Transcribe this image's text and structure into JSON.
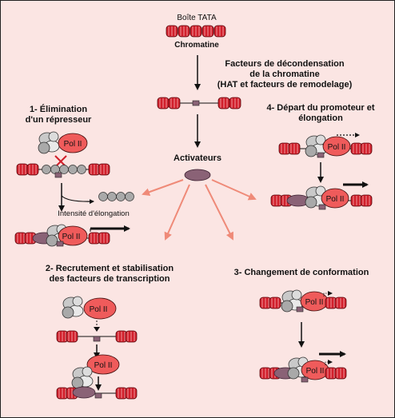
{
  "top": {
    "tata_label": "Boîte TATA",
    "chromatine_label": "Chromatine",
    "decondensation_lines": [
      "Facteurs de décondensation",
      "de la chromatine",
      "(HAT et facteurs de remodelage)"
    ]
  },
  "activateurs_label": "Activateurs",
  "pol_label": "Pol II",
  "panel1": {
    "title_lines": [
      "1- Élimination",
      "d'un répresseur"
    ],
    "elongation_label": "Intensité d'élongation"
  },
  "panel2": {
    "title_lines": [
      "2- Recrutement et stabilisation",
      "des facteurs de transcription"
    ]
  },
  "panel3": {
    "title": "3- Changement de conformation"
  },
  "panel4": {
    "title_lines": [
      "4- Départ du promoteur et",
      "élongation"
    ]
  },
  "colors": {
    "background": "#fbe5e3",
    "nucleosome": "#d11f2b",
    "activator": "#8a6276",
    "pol_ii": "#ef5b5b",
    "salmon_arrow": "#ef8a78",
    "factor_grey": "#bdbdbd"
  }
}
